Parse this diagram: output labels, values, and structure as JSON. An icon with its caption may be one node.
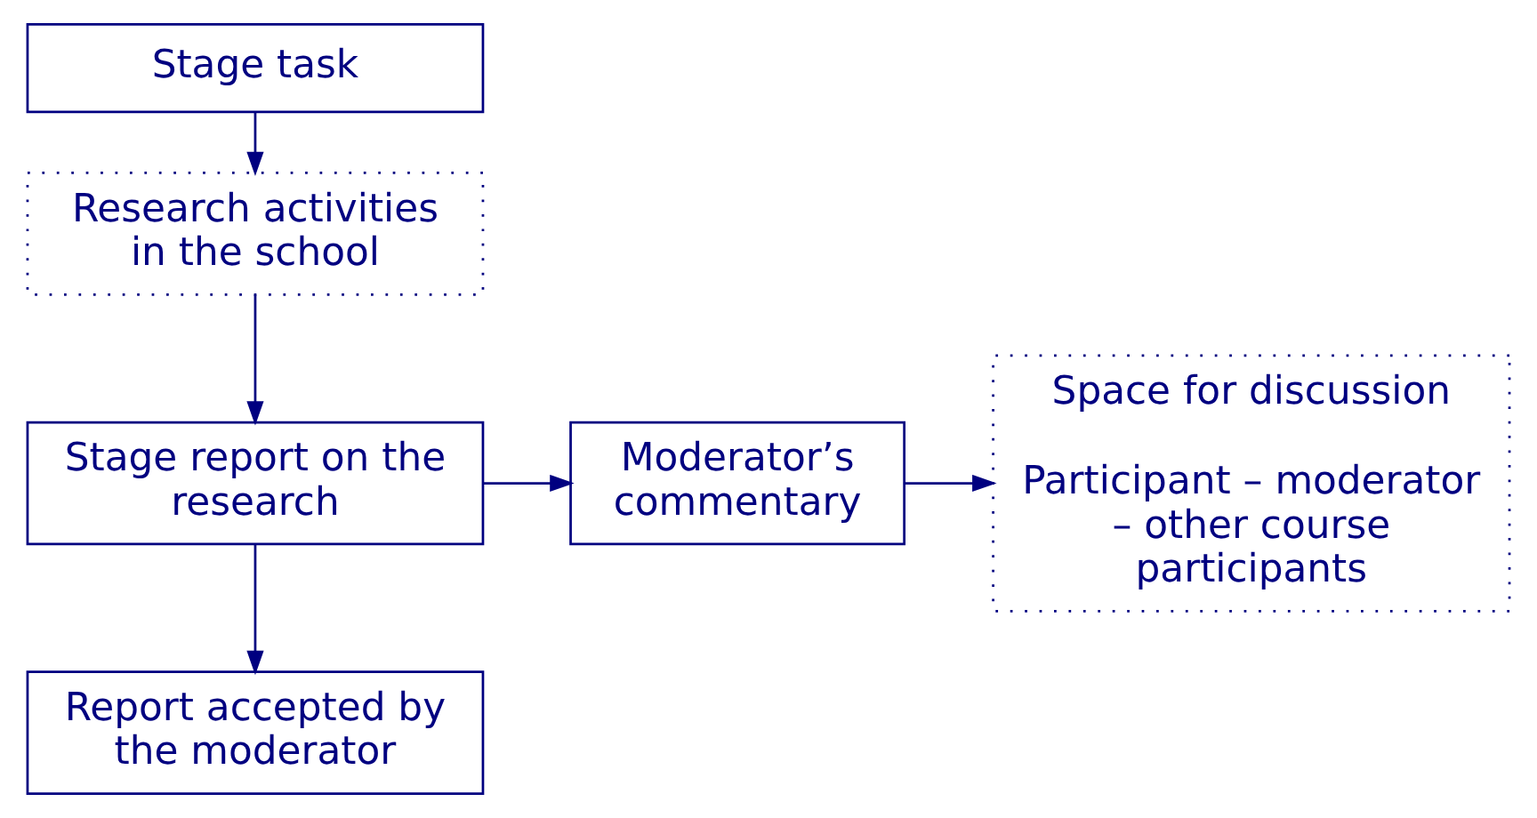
{
  "diagram": {
    "nodes": [
      {
        "text": [
          "Stage task"
        ]
      },
      {
        "text": [
          "Research activities in the school"
        ]
      },
      {
        "text": [
          "Stage report on the research"
        ]
      },
      {
        "text": [
          "Moderator’s commentary"
        ]
      },
      {
        "text": [
          "Report accepted by the moderator"
        ]
      },
      {
        "text": [
          "Space for discussion",
          "Participant – moderator – other course participants"
        ]
      }
    ],
    "edges": [
      {
        "from": 0,
        "to": 1,
        "arrow": "to"
      },
      {
        "from": 1,
        "to": 2,
        "arrow": "to"
      },
      {
        "from": 2,
        "to": 3,
        "arrow": "to"
      },
      {
        "from": 3,
        "to": 5,
        "arrow": "to"
      },
      {
        "from": 2,
        "to": 4,
        "arrow": "to"
      }
    ]
  }
}
